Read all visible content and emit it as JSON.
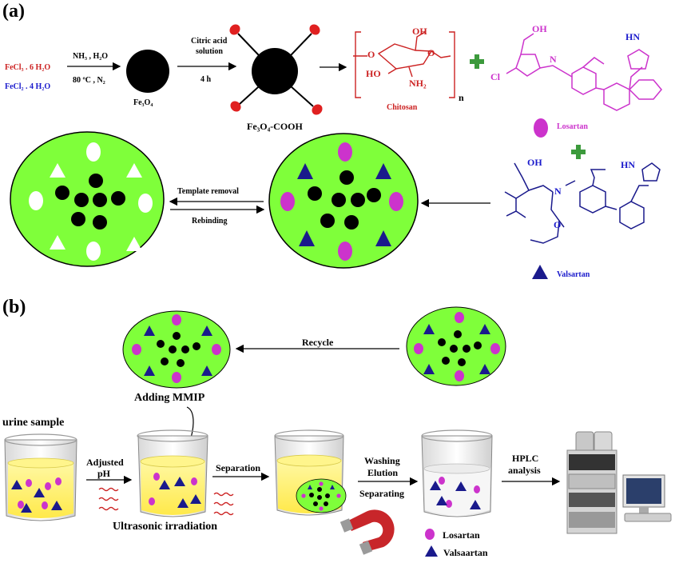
{
  "panels": {
    "a": "(a)",
    "b": "(b)"
  },
  "reagents": {
    "fecl3": "FeCl₃ . 6 H₂O",
    "fecl2": "FeCl₂ . 4 H₂O",
    "cond1_top": "NH₃ , H₂O",
    "cond1_bottom": "80 ºC , N₂",
    "fe3o4": "Fe₃O₄",
    "cond2_top": "Citric acid",
    "cond2_mid": "solution",
    "cond2_bottom": "4 h",
    "fe3o4_cooh": "Fe₃O₄-COOH"
  },
  "chitosan": {
    "oh": "OH",
    "o_ring": "O",
    "o_link": "O",
    "ho": "HO",
    "nh2": "NH₂",
    "label": "Chitosan",
    "n": "n"
  },
  "losartan": {
    "oh": "OH",
    "hn": "HN",
    "n": "N",
    "cl": "Cl",
    "label": "Losartan"
  },
  "valsartan": {
    "oh": "OH",
    "o": "O",
    "n": "N",
    "hn": "HN",
    "label": "Valsartan"
  },
  "process": {
    "template_removal": "Template removal",
    "rebinding": "Rebinding",
    "recycle": "Recycle",
    "adding_mmip": "Adding MMIP"
  },
  "steps": {
    "urine": "urine sample",
    "adjusted": "Adjusted",
    "ph": "pH",
    "ultrasonic": "Ultrasonic irradiation",
    "separation": "Separation",
    "washing": "Washing",
    "elution": "Elution",
    "separating": "Separating",
    "hplc": "HPLC",
    "analysis": "analysis"
  },
  "legend": {
    "losartan": "Losartan",
    "valsartan": "Valsaartan"
  },
  "colors": {
    "green": "#7FFF3A",
    "magenta": "#CC33CC",
    "blue": "#1A1A8C",
    "red_text": "#CC2222",
    "blue_text": "#1A1ACC",
    "plus": "#3C9A3C",
    "liquid": "#FFF26B"
  }
}
